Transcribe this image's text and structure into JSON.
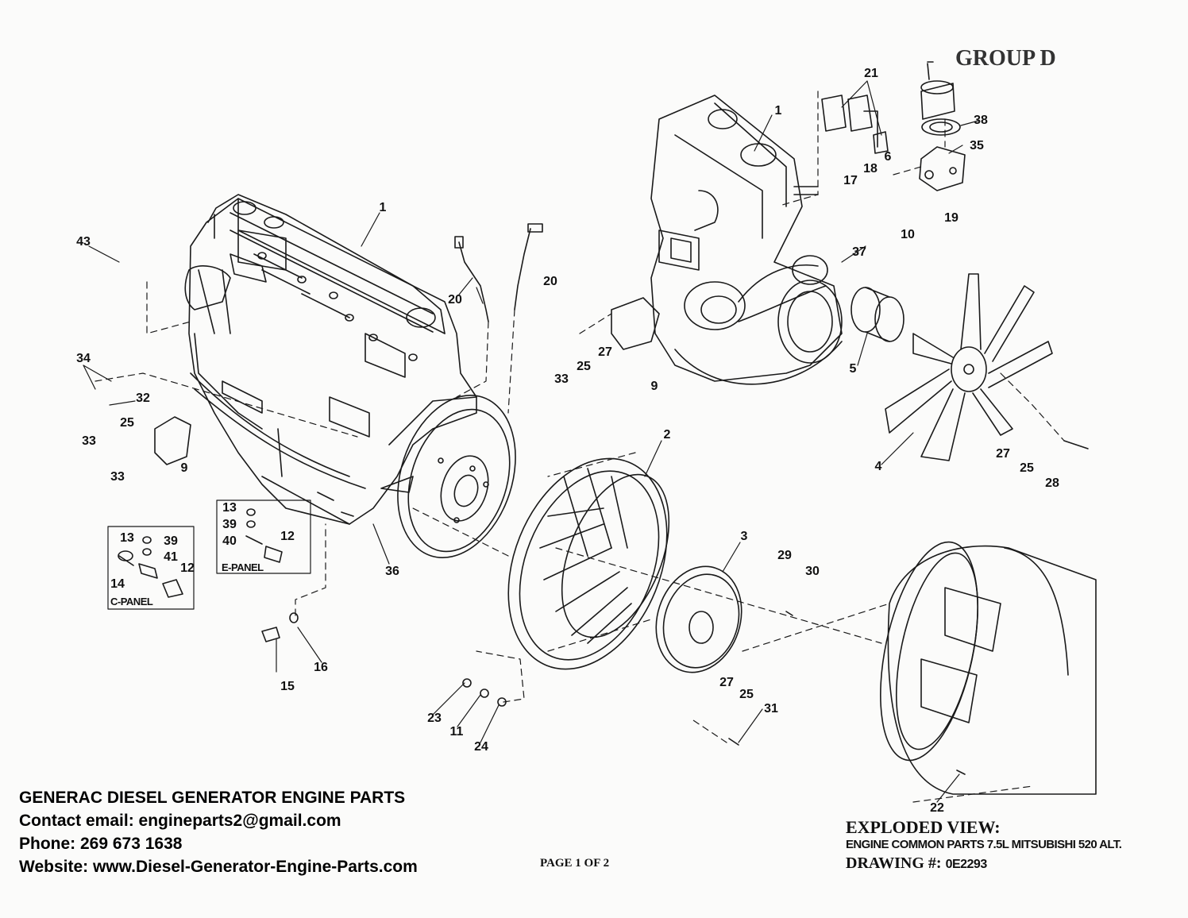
{
  "group_title": "GROUP D",
  "contact": {
    "line1": "GENERAC DIESEL GENERATOR ENGINE PARTS",
    "line2": "Contact email: engineparts2@gmail.com",
    "line3": "Phone: 269 673 1638",
    "line4": "Website: www.Diesel-Generator-Engine-Parts.com"
  },
  "page_number": "PAGE 1 OF 2",
  "title_block": {
    "view": "EXPLODED VIEW:",
    "description": "ENGINE COMMON PARTS 7.5L MITSUBISHI 520 ALT.",
    "drawing_label": "DRAWING #:",
    "drawing_number": "0E2293"
  },
  "panels": {
    "c_panel": "C-PANEL",
    "e_panel": "E-PANEL"
  },
  "callouts": [
    "1",
    "1",
    "2",
    "3",
    "4",
    "5",
    "6",
    "9",
    "9",
    "10",
    "11",
    "12",
    "12",
    "13",
    "13",
    "14",
    "15",
    "16",
    "17",
    "18",
    "19",
    "20",
    "20",
    "21",
    "22",
    "23",
    "24",
    "25",
    "25",
    "25",
    "25",
    "27",
    "27",
    "27",
    "28",
    "29",
    "30",
    "31",
    "32",
    "33",
    "33",
    "33",
    "34",
    "35",
    "36",
    "37",
    "38",
    "39",
    "39",
    "40",
    "41",
    "43"
  ]
}
